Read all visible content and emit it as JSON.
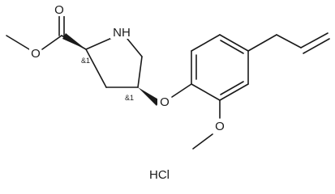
{
  "molecule": {
    "atoms": {
      "o_carbonyl": "O",
      "o_ester": "O",
      "nh": "NH",
      "o_ether": "O",
      "o_methoxy": "O"
    },
    "stereo": {
      "c2": "&1",
      "c4": "&1"
    },
    "salt": "HCl"
  }
}
